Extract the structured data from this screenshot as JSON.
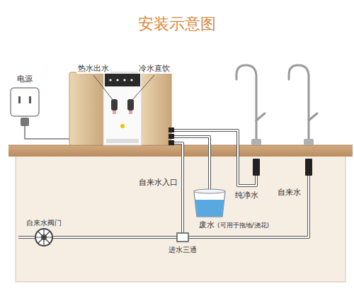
{
  "diagram": {
    "title": "安装示意图",
    "labels": [
      "电源",
      "热水出水",
      "冷水直饮",
      "自来水入口",
      "纯净水",
      "自来水",
      "废水",
      "(可用于拖地/浇花)",
      "自来水阀门",
      "进水三通"
    ]
  }
}
